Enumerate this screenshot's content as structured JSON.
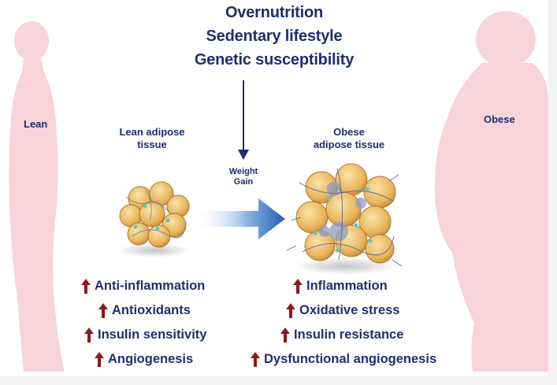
{
  "causes": [
    "Overnutrition",
    "Sedentary lifestyle",
    "Genetic susceptibility"
  ],
  "lean_label": "Lean",
  "obese_label": "Obese",
  "lean_tissue_label": [
    "Lean adipose",
    "tissue"
  ],
  "obese_tissue_label": [
    "Obese",
    "adipose tissue"
  ],
  "weight_gain_label": [
    "Weight",
    "Gain"
  ],
  "lean_effects": [
    "Anti-inflammation",
    "Antioxidants",
    "Insulin sensitivity",
    "Angiogenesis"
  ],
  "obese_effects": [
    "Inflammation",
    "Oxidative stress",
    "Insulin resistance",
    "Dysfunctional angiogenesis"
  ],
  "colors": {
    "text": "#1f2e6e",
    "up_arrow": "#8b1a1a",
    "silhouette": "#f5d3d8",
    "adipocyte": "#e8b55c",
    "flow_arrow": "#2a6fc0"
  },
  "icons": {
    "up_arrow": "arrow-up-icon",
    "flow_arrow": "arrow-right-icon"
  }
}
